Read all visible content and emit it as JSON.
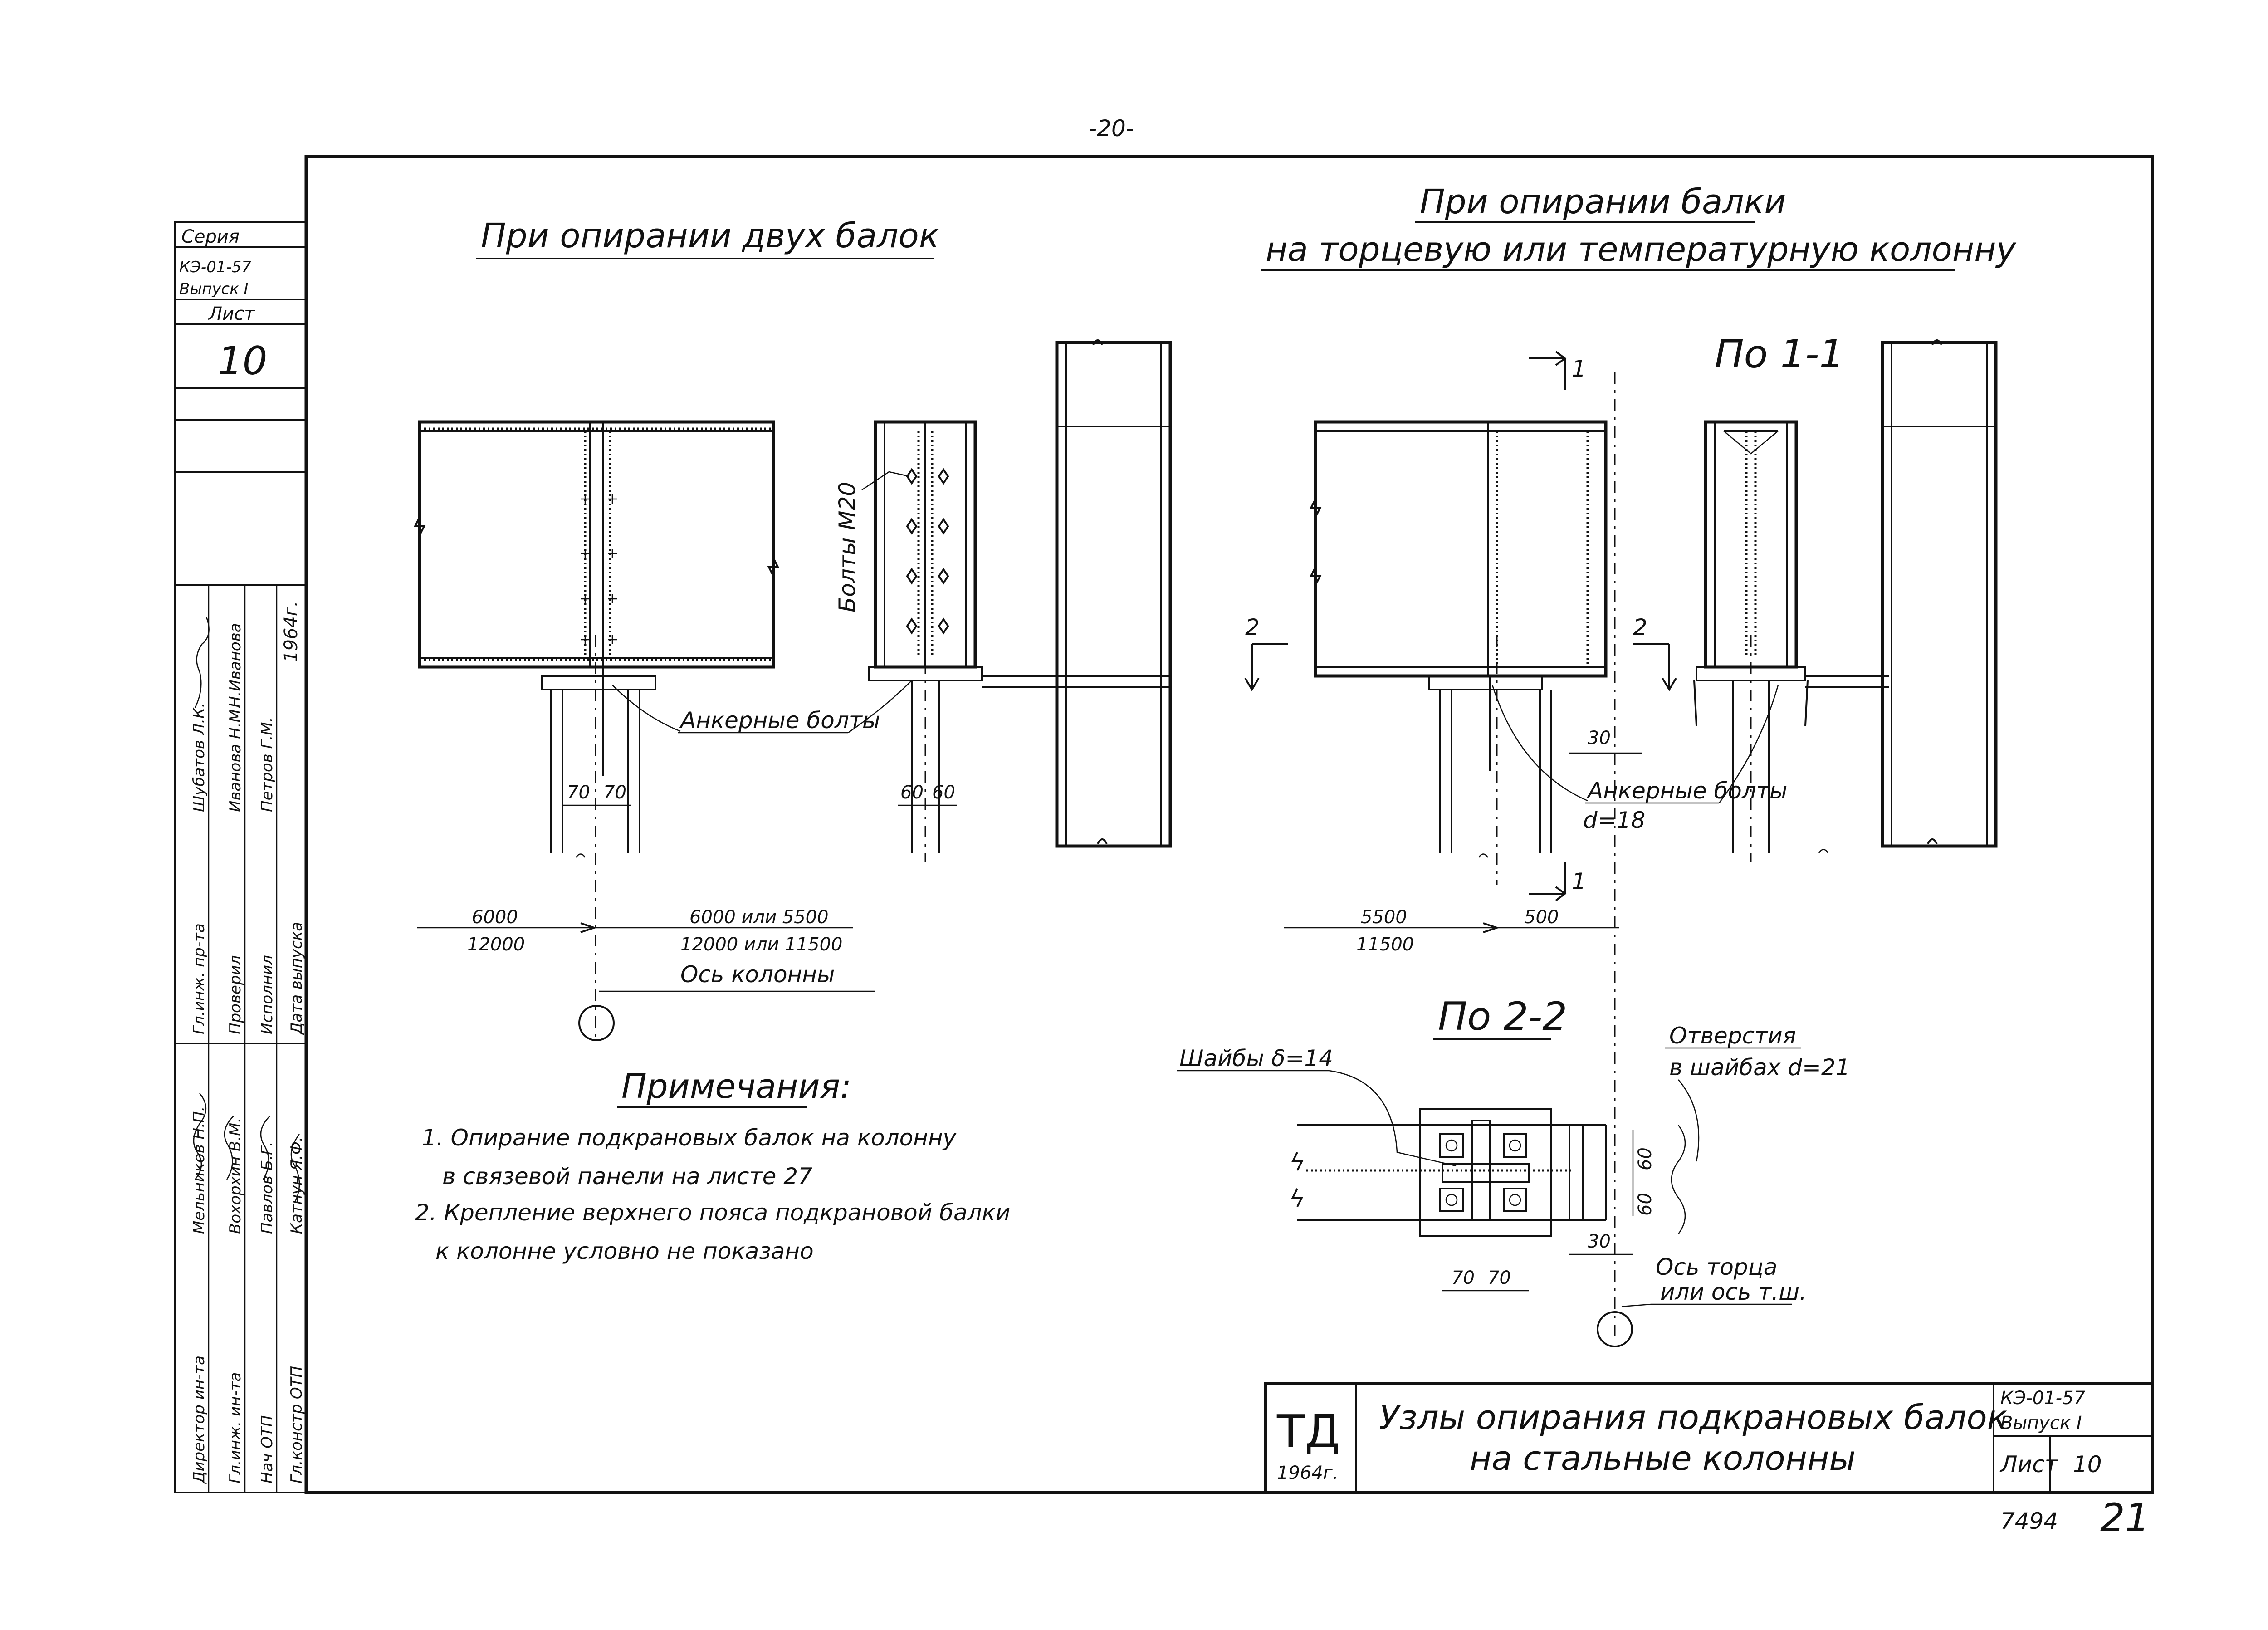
{
  "page": {
    "number": "-20-"
  },
  "side_stamp": {
    "series_label": "Серия",
    "series_code": "КЭ-01-57",
    "issue": "Выпуск I",
    "sheet_label": "Лист",
    "sheet_number": "10",
    "year": "1964г.",
    "roles": [
      {
        "role": "Директор ин-та",
        "name": "Мельников Н.П."
      },
      {
        "role": "Гл.инж. ин-та",
        "name": "Вохорхин В.М."
      },
      {
        "role": "Нач ОТП",
        "name": "Павлов Б.Г."
      },
      {
        "role": "Гл.констр ОТП",
        "name": "Катнун Я.Ф."
      },
      {
        "role": "Гл.инж. пр-та",
        "name": "Шубатов Л.К."
      },
      {
        "role": "Проверил",
        "name": "Иванова Н.М."
      },
      {
        "role": "Исполнил",
        "name": "Петров Г.М."
      },
      {
        "role": "Дата выпуска",
        "name": "Н.Иванова"
      }
    ]
  },
  "left_view": {
    "title": "При опирании двух балок",
    "bolt_label": "Болты М20",
    "anchor_label": "Анкерные болты",
    "dim_a": "70",
    "dim_b": "70",
    "dim_c": "60",
    "dim_d": "60",
    "span_left_top": "6000",
    "span_left_bottom": "12000",
    "span_right_top": "6000 или 5500",
    "span_right_bottom": "12000 или 11500",
    "axis_label": "Ось колонны"
  },
  "right_view": {
    "title_line1": "При опирании балки",
    "title_line2": "на торцевую или температурную колонну",
    "section_label": "По 1-1",
    "cut1": "1",
    "cut2": "2",
    "dim_30": "30",
    "anchor_label": "Анкерные болты",
    "anchor_dia": "d=18",
    "span_top": "5500",
    "span_bottom": "11500",
    "offset": "500"
  },
  "section_2_2": {
    "title": "По 2-2",
    "washer_label": "Шайбы δ=14",
    "holes_label_line1": "Отверстия",
    "holes_label_line2": "в шайбах d=21",
    "dim_60a": "60",
    "dim_60b": "60",
    "dim_30": "30",
    "dim_70a": "70",
    "dim_70b": "70",
    "end_axis_line1": "Ось торца",
    "end_axis_line2": "или ось т.ш."
  },
  "notes": {
    "heading": "Примечания:",
    "lines": [
      "1. Опирание подкрановых балок на колонну",
      "в связевой панели на листе 27",
      "2. Крепление верхнего пояса подкрановой балки",
      "к колонне условно не показано"
    ]
  },
  "title_block": {
    "logo": "ТД",
    "logo_year": "1964г.",
    "title_line1": "Узлы опирания подкрановых балок",
    "title_line2": "на стальные колонны",
    "series_code": "КЭ-01-57",
    "issue": "Выпуск I",
    "sheet_label": "Лист",
    "sheet_number": "10"
  },
  "footer": {
    "inventory": "7494",
    "page": "21"
  }
}
